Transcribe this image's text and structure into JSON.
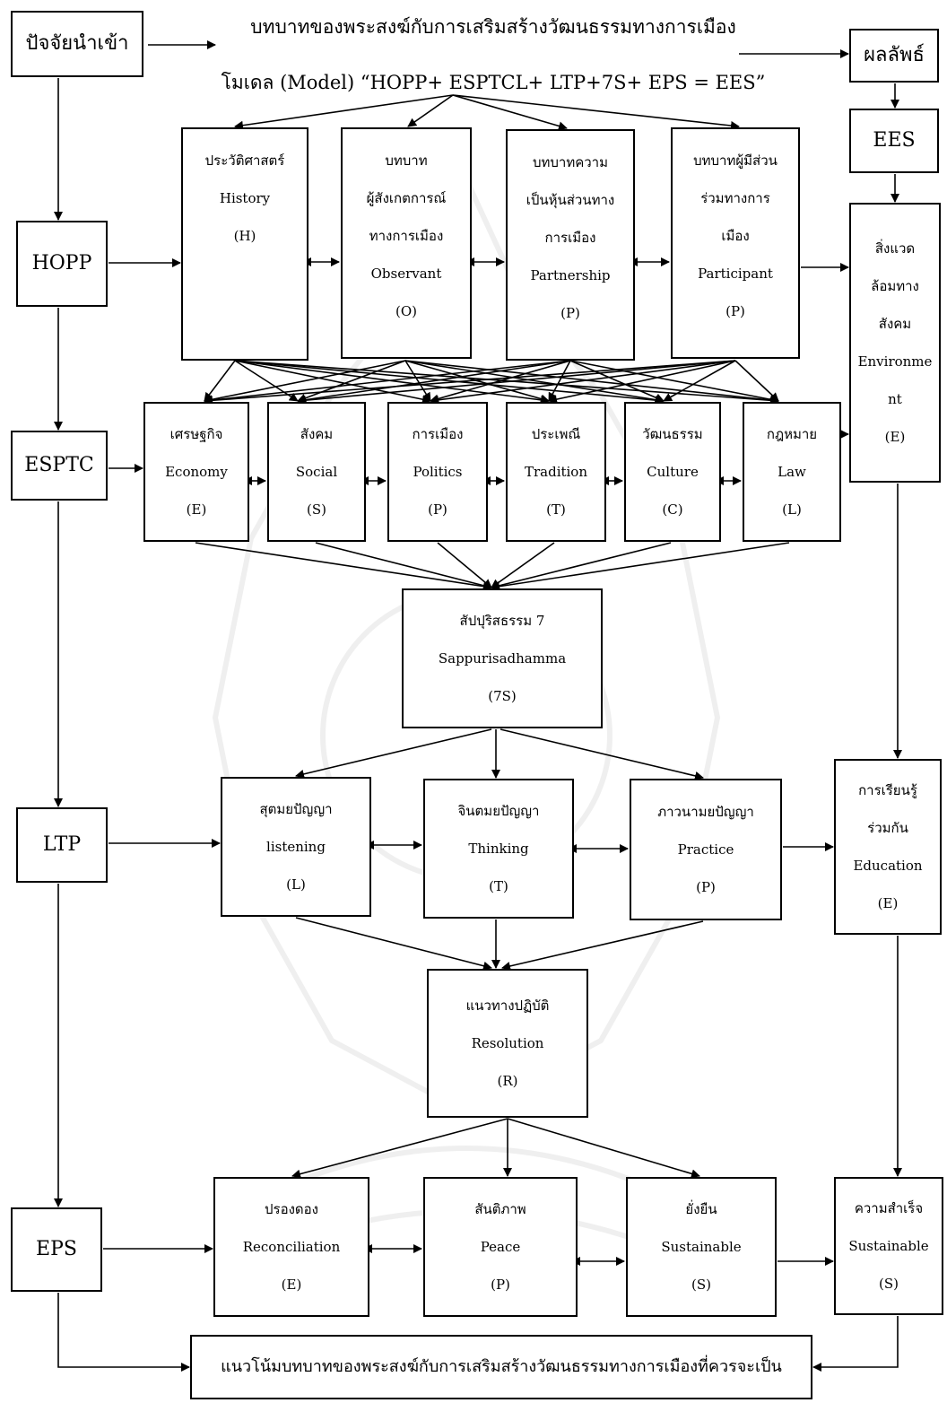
{
  "title": {
    "line1": "บทบาทของพระสงฆ์กับการเสริมสร้างวัฒนธรรมทางการเมือง",
    "line2": "โมเดล (Model) “HOPP+ ESPTCL+ LTP+7S+ EPS = EES”"
  },
  "left": {
    "input": "ปัจจัยนำเข้า",
    "hopp": "HOPP",
    "esptc": "ESPTC",
    "ltp": "LTP",
    "eps": "EPS"
  },
  "right": {
    "output": "ผลลัพธ์",
    "ees": "EES",
    "env": [
      "สิ่งแวด",
      "ล้อมทาง",
      "สังคม",
      "Environme",
      "nt",
      "(E)"
    ],
    "edu": [
      "การเรียนรู้",
      "ร่วมกัน",
      "Education",
      "(E)"
    ],
    "success": [
      "ความสำเร็จ",
      "Sustainable",
      "(S)"
    ]
  },
  "hopp_boxes": [
    [
      "ประวัติศาสตร์",
      "History",
      "(H)"
    ],
    [
      "บทบาท",
      "ผู้สังเกตการณ์",
      "ทางการเมือง",
      "Observant",
      "(O)"
    ],
    [
      "บทบาทความ",
      "เป็นหุ้นส่วนทาง",
      "การเมือง",
      "Partnership",
      "(P)"
    ],
    [
      "บทบาทผู้มีส่วน",
      "ร่วมทางการ",
      "เมือง",
      "Participant",
      "(P)"
    ]
  ],
  "esptc_boxes": [
    [
      "เศรษฐกิจ",
      "Economy",
      "(E)"
    ],
    [
      "สังคม",
      "Social",
      "(S)"
    ],
    [
      "การเมือง",
      "Politics",
      "(P)"
    ],
    [
      "ประเพณี",
      "Tradition",
      "(T)"
    ],
    [
      "วัฒนธรรม",
      "Culture",
      "(C)"
    ],
    [
      "กฎหมาย",
      "Law",
      "(L)"
    ]
  ],
  "seven_s": [
    "สัปปุริสธรรม 7",
    "Sappurisadhamma",
    "(7S)"
  ],
  "ltp_boxes": [
    [
      "สุตมยปัญญา",
      "listening",
      "(L)"
    ],
    [
      "จินตมยปัญญา",
      "Thinking",
      "(T)"
    ],
    [
      "ภาวนามยปัญญา",
      "Practice",
      "(P)"
    ]
  ],
  "resolution": [
    "แนวทางปฏิบัติ",
    "Resolution",
    "(R)"
  ],
  "eps_boxes": [
    [
      "ปรองดอง",
      "Reconciliation",
      "(E)"
    ],
    [
      "สันติภาพ",
      "Peace",
      "(P)"
    ],
    [
      "ยั่งยืน",
      "Sustainable",
      "(S)"
    ]
  ],
  "bottom": "แนวโน้มบทบาทของพระสงฆ์กับการเสริมสร้างวัฒนธรรมทางการเมืองที่ควรจะเป็น"
}
